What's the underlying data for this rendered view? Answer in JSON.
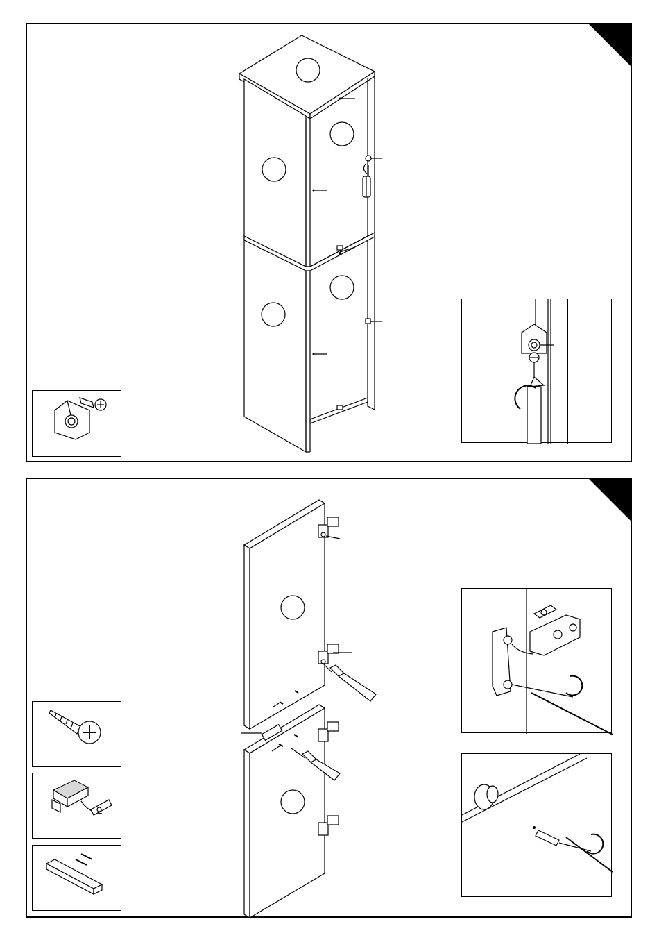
{
  "document": {
    "type": "assembly-instructions",
    "steps": [
      {
        "step_marker_icon": "corner-triangle",
        "part_callouts": 5,
        "hardware_box_icons": [
          "cam-lock-screw-icon"
        ],
        "detail_box_icons": [
          "cam-lock-turn-detail-icon"
        ]
      },
      {
        "step_marker_icon": "corner-triangle",
        "part_callouts": 2,
        "hardware_box_icons": [
          "wood-screw-icon",
          "concealed-hinge-icon",
          "handle-with-screws-icon"
        ],
        "detail_box_icons": [
          "hinge-mounting-detail-icon",
          "handle-screw-detail-icon"
        ]
      }
    ]
  }
}
